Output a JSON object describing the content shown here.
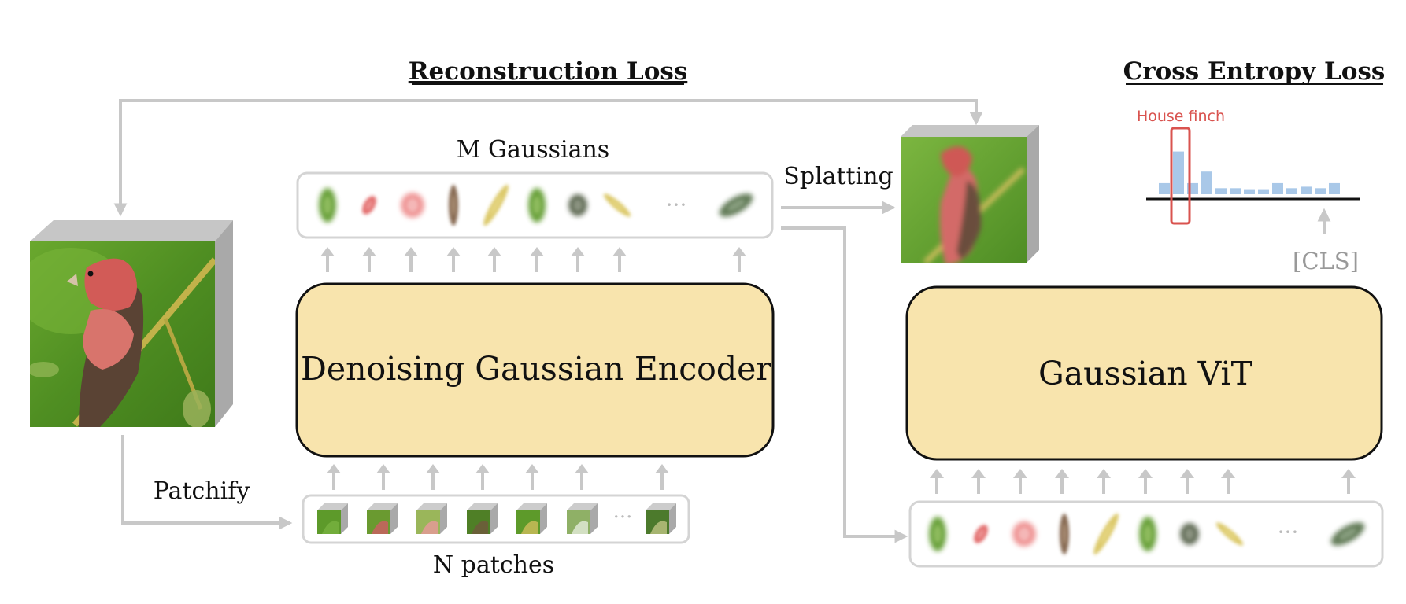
{
  "labels": {
    "reconstruction_loss": "Reconstruction Loss",
    "cross_entropy_loss": "Cross Entropy Loss",
    "m_gaussians": "M Gaussians",
    "splatting": "Splatting",
    "patchify": "Patchify",
    "n_patches": "N patches",
    "encoder": "Denoising Gaussian Encoder",
    "vit": "Gaussian ViT",
    "cls_token": "[CLS]",
    "predicted_class": "House finch",
    "ellipsis_gaussians": "···",
    "ellipsis_patches": "···",
    "ellipsis_vit_tokens": "···"
  },
  "colors": {
    "arrow_gray": "#c8c8c8",
    "block_fill": "#f8e4ad",
    "block_stroke": "#111111",
    "token_box": "#d4d4d4",
    "bar_blue": "#a9c8e8",
    "highlight_red": "#d9534f",
    "grass_green": "#5d9a2a",
    "bird_red": "#e06060"
  },
  "gaussian_tokens": [
    {
      "kind": "green-oval"
    },
    {
      "kind": "red-small"
    },
    {
      "kind": "pink-round"
    },
    {
      "kind": "brown-thin"
    },
    {
      "kind": "yellow-diagonal"
    },
    {
      "kind": "green-oval"
    },
    {
      "kind": "dark-round"
    },
    {
      "kind": "yellow-diagonal-small"
    },
    {
      "kind": "dark-green-diagonal"
    }
  ],
  "patches": [
    {
      "kind": "green"
    },
    {
      "kind": "bird-head"
    },
    {
      "kind": "bird-breast"
    },
    {
      "kind": "branch-dark"
    },
    {
      "kind": "branch-light"
    },
    {
      "kind": "leaf"
    },
    {
      "kind": "leaf-end"
    }
  ],
  "class_bars": [
    0.22,
    0.85,
    0.22,
    0.45,
    0.12,
    0.12,
    0.1,
    0.1,
    0.22,
    0.12,
    0.15,
    0.12,
    0.22
  ],
  "highlighted_bar_index": 1
}
